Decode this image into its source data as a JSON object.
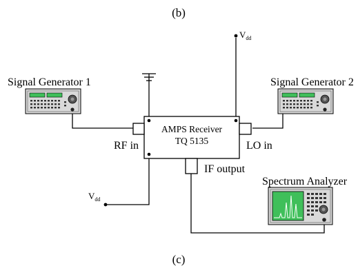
{
  "top_caption": "(b)",
  "bottom_caption": "(c)",
  "instruments": {
    "sig_gen_1": "Signal Generator 1",
    "sig_gen_2": "Signal Generator 2",
    "spectrum_analyzer": "Spectrum Analyzer"
  },
  "receiver": {
    "line1": "AMPS Receiver",
    "line2": "TQ 5135"
  },
  "ports": {
    "rf_in": "RF in",
    "lo_in": "LO in",
    "if_output": "IF output"
  },
  "supply": {
    "base": "V",
    "sub": "dd"
  },
  "colors": {
    "display_green": "#3fbf5a",
    "instrument_body": "#d9d9d9",
    "trace_white": "#ffffff"
  }
}
